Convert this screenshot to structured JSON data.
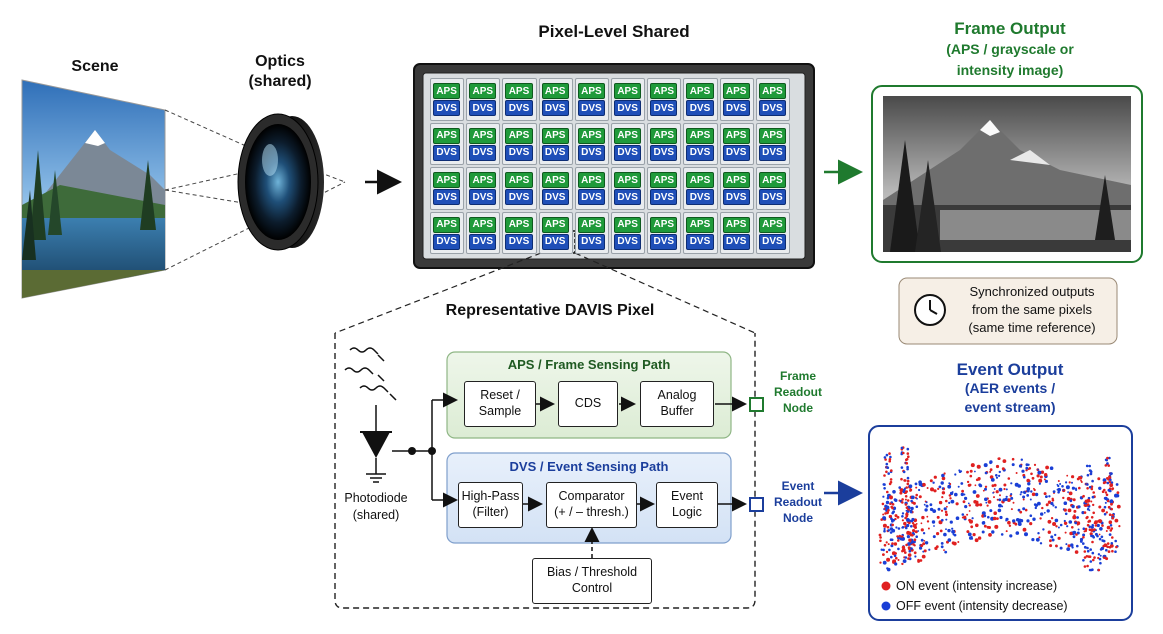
{
  "scene": {
    "title": "Scene"
  },
  "optics": {
    "title_line1": "Optics",
    "title_line2": "(shared)"
  },
  "sensor": {
    "title": "Pixel-Level Shared",
    "aps_chip": "APS",
    "dvs_chip": "DVS",
    "rows": 4,
    "cols": 10
  },
  "frame_output": {
    "title": "Frame Output",
    "subtitle_line1": "(APS / grayscale or",
    "subtitle_line2": "intensity image)"
  },
  "sync_note": {
    "line1": "Synchronized outputs",
    "line2": "from the same pixels",
    "line3": "(same time reference)"
  },
  "davis_pixel": {
    "title": "Representative DAVIS Pixel",
    "photodiode_line1": "Photodiode",
    "photodiode_line2": "(shared)",
    "aps_path": {
      "title": "APS / Frame Sensing Path",
      "reset": "Reset /\nSample",
      "cds": "CDS",
      "buffer": "Analog\nBuffer"
    },
    "dvs_path": {
      "title": "DVS / Event Sensing Path",
      "highpass": "High-Pass\n(Filter)",
      "comparator": "Comparator\n(+ / – thresh.)",
      "eventlogic": "Event\nLogic"
    },
    "bias": "Bias / Threshold\nControl",
    "frame_node": "Frame\nReadout\nNode",
    "event_node": "Event\nReadout\nNode"
  },
  "event_output": {
    "title": "Event Output",
    "subtitle_line1": "(AER events /",
    "subtitle_line2": "event stream)",
    "legend_on": "ON event (intensity increase)",
    "legend_off": "OFF event (intensity decrease)"
  },
  "colors": {
    "green": "#1f7a2e",
    "blue": "#1b3e9c",
    "on_event": "#e02020",
    "off_event": "#1a3fd6"
  }
}
